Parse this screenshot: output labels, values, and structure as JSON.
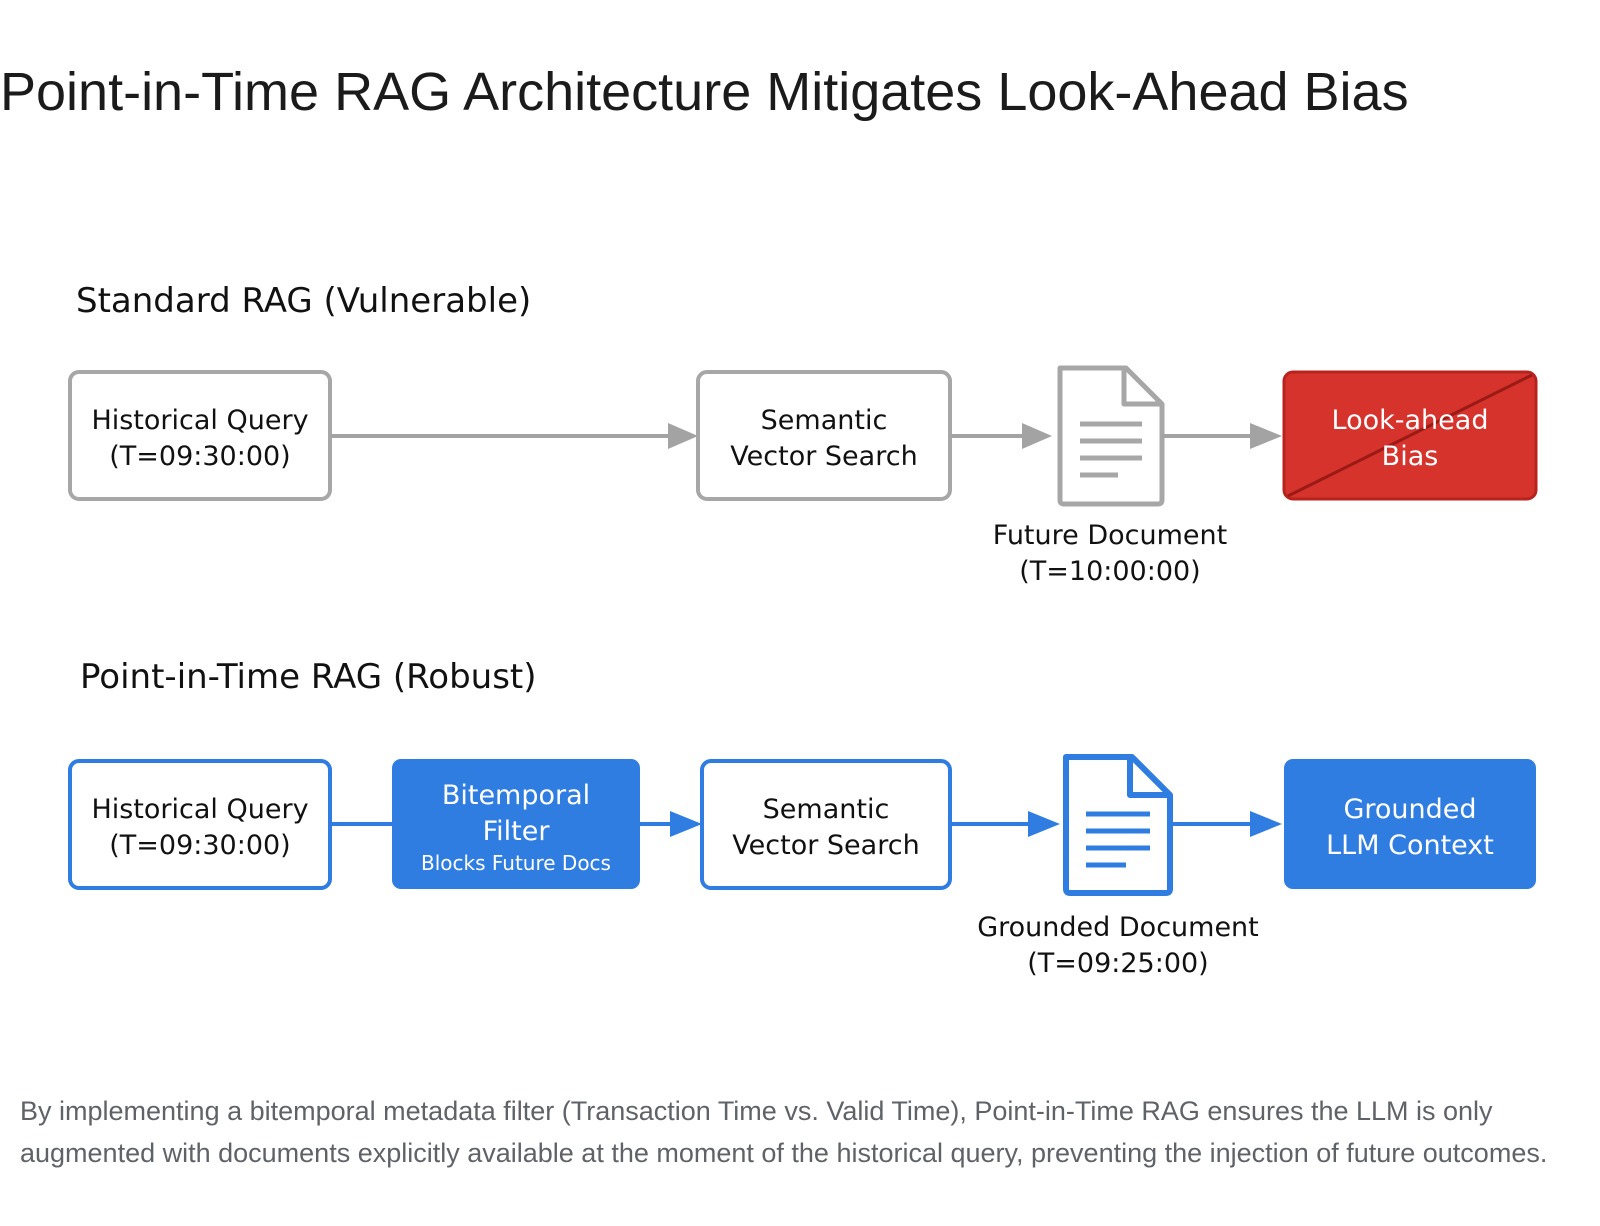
{
  "title": "Point-in-Time RAG Architecture Mitigates Look-Ahead Bias",
  "colors": {
    "gray_border": "#a7a7a7",
    "gray_arrow": "#a3a3a3",
    "blue": "#2f7de1",
    "red": "#d5332c",
    "caption_gray": "#5f6368"
  },
  "standard": {
    "title": "Standard RAG (Vulnerable)",
    "query": {
      "line1": "Historical Query",
      "line2": "(T=09:30:00)"
    },
    "search": {
      "line1": "Semantic",
      "line2": "Vector Search"
    },
    "document": {
      "icon": "document-icon",
      "line1": "Future Document",
      "line2": "(T=10:00:00)"
    },
    "result": {
      "line1": "Look-ahead",
      "line2": "Bias"
    }
  },
  "pit": {
    "title": "Point-in-Time RAG (Robust)",
    "query": {
      "line1": "Historical Query",
      "line2": "(T=09:30:00)"
    },
    "filter": {
      "line1": "Bitemporal",
      "line2": "Filter",
      "sub": "Blocks Future Docs"
    },
    "search": {
      "line1": "Semantic",
      "line2": "Vector Search"
    },
    "document": {
      "icon": "document-icon",
      "line1": "Grounded Document",
      "line2": "(T=09:25:00)"
    },
    "result": {
      "line1": "Grounded",
      "line2": "LLM Context"
    }
  },
  "caption": "By implementing a bitemporal metadata filter (Transaction Time vs. Valid Time), Point-in-Time RAG ensures the LLM is only augmented with documents explicitly available at the moment of the historical query, preventing the injection of future outcomes."
}
